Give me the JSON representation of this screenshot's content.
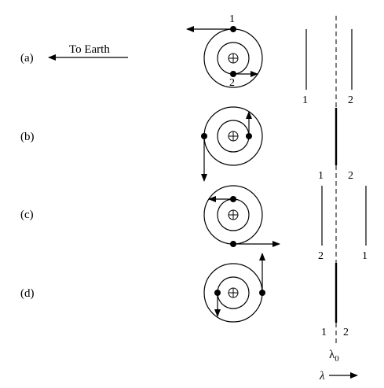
{
  "rows": [
    {
      "label": "(a)"
    },
    {
      "label": "(b)"
    },
    {
      "label": "(c)"
    },
    {
      "label": "(d)"
    }
  ],
  "to_earth_label": "To Earth",
  "star_labels": {
    "one": "1",
    "two": "2"
  },
  "spectrum_labels": {
    "a_left": "1",
    "a_right": "2",
    "b_left": "1",
    "b_right": "2",
    "c_left": "2",
    "c_right": "1",
    "d_left": "1",
    "d_right": "2"
  },
  "lambda0_label": "λ0",
  "lambda_axis_label": "λ",
  "center_of_mass_symbol": "⊕"
}
